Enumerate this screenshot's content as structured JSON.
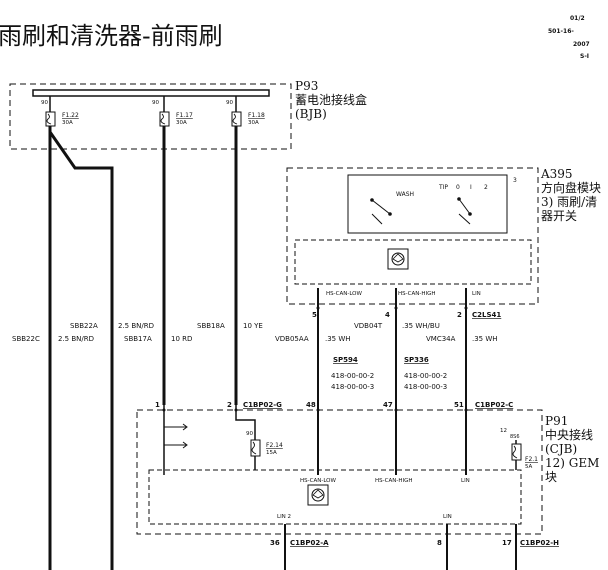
{
  "header": {
    "title": "雨刷和清洗器-前雨刷",
    "corner_lines": [
      "01/2",
      "501-16-",
      "2007",
      "S-I"
    ]
  },
  "p93": {
    "id": "P93",
    "name": "蓄电池接线盒",
    "abbr": "(BJB)",
    "fuses": [
      {
        "pin": "90",
        "id": "F1.22",
        "rating": "30A"
      },
      {
        "pin": "90",
        "id": "F1.17",
        "rating": "30A"
      },
      {
        "pin": "90",
        "id": "F1.18",
        "rating": "30A"
      }
    ]
  },
  "a395": {
    "id": "A395",
    "lines": [
      "方向盘模块",
      "3) 雨刷/清",
      "器开关"
    ],
    "switch_labels": {
      "wash": "WASH",
      "tip": "TIP",
      "pos0": "0",
      "pos1": "I",
      "pos2": "2",
      "pin": "3"
    },
    "bus": [
      "HS-CAN-LOW",
      "HS-CAN-HIGH",
      "LIN"
    ],
    "pins": [
      "5",
      "4",
      "2"
    ],
    "connector": "C2LS41"
  },
  "wires": {
    "sbb22c": "SBB22C",
    "c1": "2.5 BN/RD",
    "sbb22a": "SBB22A",
    "c2": "2.5 BN/RD",
    "sbb17a": "SBB17A",
    "c3": "10 RD",
    "sbb18a": "SBB18A",
    "c4": "10 YE",
    "vdb05aa": "VDB05AA",
    "c5": ".35 WH",
    "vdb04t": "VDB04T",
    "c6": ".35 WH/BU",
    "vmc34a": "VMC34A",
    "c7": ".35 WH"
  },
  "splices": [
    {
      "id": "SP594",
      "refs": [
        "418-00-00-2",
        "418-00-00-3"
      ]
    },
    {
      "id": "SP336",
      "refs": [
        "418-00-00-2",
        "418-00-00-3"
      ]
    }
  ],
  "p91": {
    "id": "P91",
    "lines": [
      "中央接线",
      "(CJB)",
      "12) GEM",
      "块"
    ],
    "top_pins": [
      "1",
      "2",
      "48",
      "47",
      "51"
    ],
    "conn_g": "C1BP02-G",
    "conn_c": "C1BP02-C",
    "fuse_pin": "90",
    "fuse_id": "F2.14",
    "fuse_rating": "15A",
    "right_fuse_pin": "8S6",
    "right_fuse_id": "F2.1",
    "right_fuse_rating": "5A",
    "right_pin": "12",
    "bus": [
      "HS-CAN-LOW",
      "HS-CAN-HIGH",
      "LIN"
    ],
    "lin2": "LIN 2",
    "lin": "LIN",
    "bottom_pins": [
      "36",
      "8",
      "17"
    ],
    "conn_a": "C1BP02-A",
    "conn_h": "C1BP02-H"
  }
}
